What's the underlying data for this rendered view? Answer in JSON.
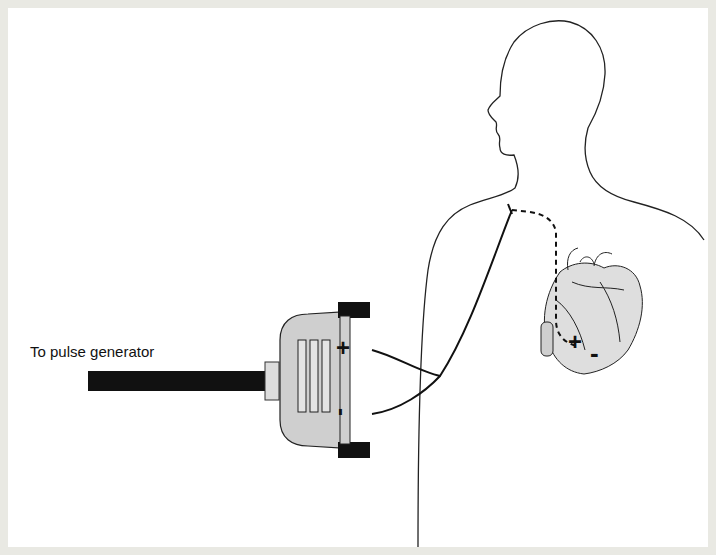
{
  "diagram": {
    "nodes": [
      {
        "text": [
          "+",
          "-"
        ]
      }
    ],
    "labels": [
      "To pulse generator",
      "+",
      "-"
    ]
  }
}
